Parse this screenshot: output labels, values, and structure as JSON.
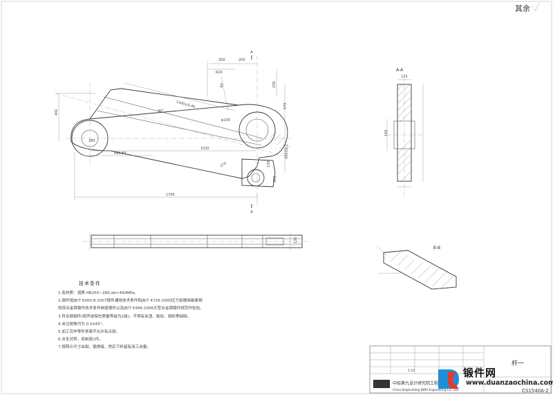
{
  "corner_mark": "其余",
  "section_labels": {
    "aa": "A-A",
    "bb": "B-B",
    "a_top": "A",
    "a_bottom": "A"
  },
  "dimensions": {
    "d200a": "200",
    "d200b": "200",
    "d441": "441",
    "d230": "230",
    "d570": "570",
    "d1440": "1440±0.46",
    "d1020": "1020",
    "d1700": "1700",
    "d69683": "696.83",
    "d40": "40°",
    "d60": "60",
    "d620": "R20",
    "d130": "130",
    "d100": "φ100",
    "d270": "270",
    "d280": "280",
    "d300": "300",
    "d430": "430±0.2",
    "d160": "160",
    "d125": "125",
    "d135": "135"
  },
  "tech_notes": {
    "title": "技术条件",
    "items": [
      "1.各材质：调质 HB250~280,σb>490MPa。",
      "2.钢件按JB/T 5000.8-2007锻件通用技术条件和JB/T 4726-2000压力容器用碳素钢",
      "  和低合金钢锻件技术条件制造钢件以及JB/T 6396-2006大型合金钢锻件规范作检验。",
      "3.符合锻钢件(按声波探伤质量等级为2级)，不得有夹渣、裂纹、疏松等缺陷。",
      "4.未注倒角均为 0.5X45°。",
      "5.加工完毕零件表面不允许有尖锐。",
      "6.去全对称，各制造1件。",
      "7.按照示尺寸由钳、锻焊接、然后下料留有加工余量。"
    ]
  },
  "title_block": {
    "drawing_no": "CS1540A-2",
    "name": "杆一",
    "scale": "1:10",
    "company_cn": "中船第九设计研究院工程有限公司",
    "company_en": "China Shipbuilding NDRI Engineering Co., Ltd",
    "logo": "CSSC"
  },
  "watermark": {
    "brand": "锻件网",
    "url": "www.duanzaochina.com"
  }
}
